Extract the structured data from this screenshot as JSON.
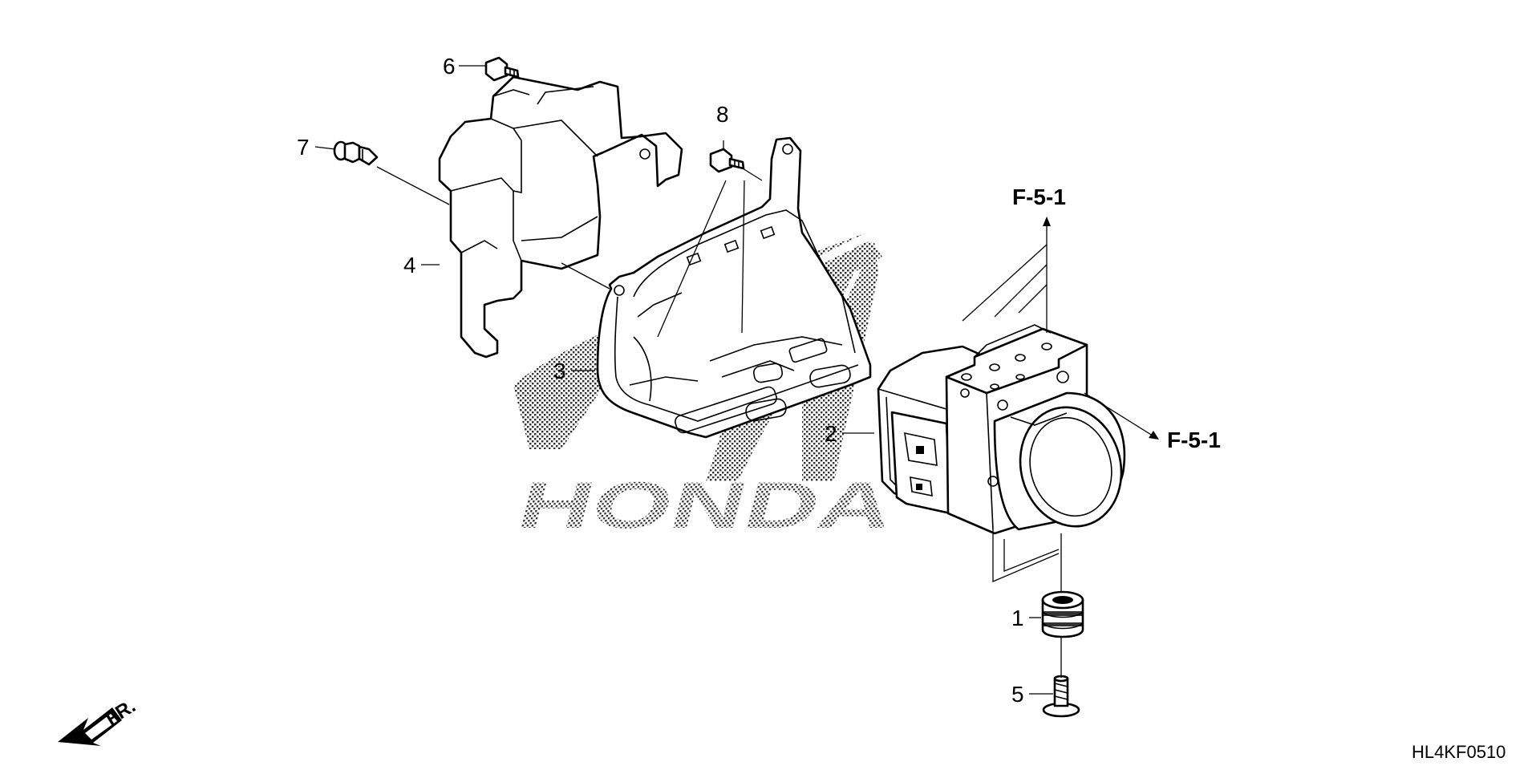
{
  "diagram": {
    "watermark_text": "HONDA",
    "diagram_code": "HL4KF0510",
    "direction_label": "FR.",
    "references": [
      {
        "id": "ref-up",
        "text": "F-5-1"
      },
      {
        "id": "ref-right",
        "text": "F-5-1"
      }
    ],
    "callouts": [
      {
        "id": "1",
        "text": "1"
      },
      {
        "id": "2",
        "text": "2"
      },
      {
        "id": "3",
        "text": "3"
      },
      {
        "id": "4",
        "text": "4"
      },
      {
        "id": "5",
        "text": "5"
      },
      {
        "id": "6",
        "text": "6"
      },
      {
        "id": "7",
        "text": "7"
      },
      {
        "id": "8",
        "text": "8"
      }
    ]
  }
}
